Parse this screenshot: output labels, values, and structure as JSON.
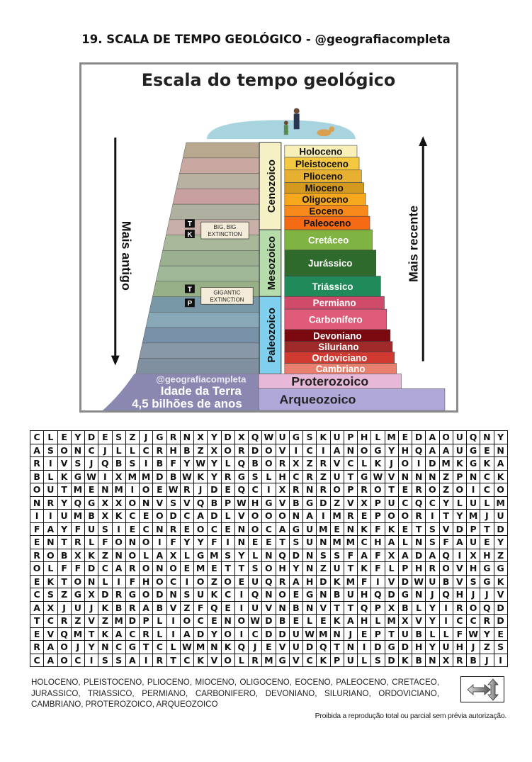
{
  "page_title": "19. SCALA DE TEMPO GEOLÓGICO - @geografiacompleta",
  "figure": {
    "title": "Escala do tempo geológico",
    "older_label": "Mais antigo",
    "recent_label": "Mais recente",
    "extinction_1": [
      "BIG, BIG",
      "EXTINCTION"
    ],
    "extinction_2": [
      "GIGANTIC",
      "EXTINCTION"
    ],
    "markers": [
      "T",
      "K",
      "T",
      "P"
    ],
    "watermark": "@geografiacompleta",
    "earth_age": [
      "Idade da Terra",
      "4,5 bilhões de anos"
    ],
    "eras": [
      {
        "name": "Cenozoico",
        "color": "#f6f1c4"
      },
      {
        "name": "Mesozoico",
        "color": "#b5dcaa"
      },
      {
        "name": "Paleozoico",
        "color": "#7fd0ee"
      }
    ],
    "periods": [
      {
        "name": "Holoceno",
        "color": "#f8f0b8",
        "text": "#111"
      },
      {
        "name": "Pleistoceno",
        "color": "#f5c842",
        "text": "#111"
      },
      {
        "name": "Plioceno",
        "color": "#e8b030",
        "text": "#111"
      },
      {
        "name": "Mioceno",
        "color": "#d49a20",
        "text": "#111"
      },
      {
        "name": "Oligoceno",
        "color": "#f6a81c",
        "text": "#111"
      },
      {
        "name": "Eoceno",
        "color": "#f78a1a",
        "text": "#111"
      },
      {
        "name": "Paleoceno",
        "color": "#f56a14",
        "text": "#111"
      },
      {
        "name": "Cretáceo",
        "color": "#7fb342",
        "text": "#fff"
      },
      {
        "name": "Jurássico",
        "color": "#2e6a2c",
        "text": "#fff"
      },
      {
        "name": "Triássico",
        "color": "#208a5a",
        "text": "#fff"
      },
      {
        "name": "Permiano",
        "color": "#d04a6a",
        "text": "#fff"
      },
      {
        "name": "Carbonífero",
        "color": "#e05a7a",
        "text": "#fff"
      },
      {
        "name": "Devoniano",
        "color": "#7a0a10",
        "text": "#fff"
      },
      {
        "name": "Siluriano",
        "color": "#a02a2a",
        "text": "#fff"
      },
      {
        "name": "Ordoviciano",
        "color": "#d03a30",
        "text": "#fff"
      },
      {
        "name": "Cambriano",
        "color": "#e88070",
        "text": "#fff"
      }
    ],
    "eons": [
      {
        "name": "Proterozoico",
        "color": "#e8b8d8"
      },
      {
        "name": "Arqueozoico",
        "color": "#b0a8d8"
      }
    ]
  },
  "grid": [
    "CLEYDESZJGRNXYDXQWUGSKUPHLMEDAOUQNY",
    "ASONCJLLCRHBZXORDOVICIANOGYHQAAUGEN",
    "RIVSJQBSIBFYWYLQBORXZRVCLKJOIDMKGKA",
    "BLKGWIXMMDBWKYRGSLHCRZUTGWVNNNZPNCK",
    "OUTMENMIOEWRJDEQCIXRNROPROTEROZOICO",
    "NRYQGXXONVSVQBPWHGVBGDZVXPUCQCYLULM",
    "IIUMBXKCEODCADLVOOONAIMREPOORITYMJU",
    "FAYFUSIECNREOCENOCAGUMENKFKETSVDPTD",
    "ENTRLFONOIFYYFINEETSUNMMCHALNSFAUEY",
    "ROBXKZNOLAXLGMSYLNQDNSSFAFXADAQIXHZ",
    "OLFFDCARONOEMETTSOHYNZUTKFLPHROVHGG",
    "EKTONLIFHOCIOZOEUQRAHDKMFIVDWUBVSGK",
    "CSZGXDRGODNSUKCIQNOEGNBUHQDGNJQHJJV",
    "AXJUJKBRABVZFQEIUVNBNVTTQPXBLYIROQD",
    "TCRZVZMDPLIOCENOWDBELEKAHLMXVYICCRD",
    "EVQMTKACRLIADYOICDDUWMNJEPTUBLLFWYE",
    "RAOJYNCGTCLWMNKQJEVUDQTNIDGDHYUHJZS",
    "CAOCISSAIRTCKVOLRMGVCKPULSDKBNXRBJI"
  ],
  "word_list": "HOLOCENO, PLEISTOCENO, PLIOCENO, MIOCENO, OLIGOCENO, EOCENO, PALEOCENO, CRETACEO, JURASSICO, TRIASSICO, PERMIANO, CARBONIFERO, DEVONIANO, SILURIANO, ORDOVICIANO, CAMBRIANO, PROTEROZOICO, ARQUEOZOICO",
  "direction_icon": "horizontal-vertical-arrows-icon",
  "footer": "Proibida a reprodução total ou parcial sem prévia autorização."
}
